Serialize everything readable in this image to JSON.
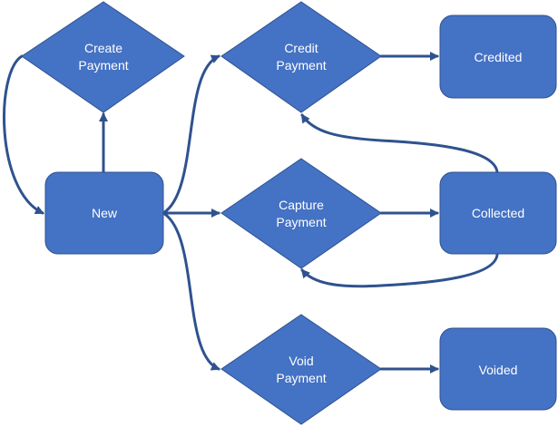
{
  "diagram": {
    "nodes": {
      "create_payment": {
        "line1": "Create",
        "line2": "Payment"
      },
      "credit_payment": {
        "line1": "Credit",
        "line2": "Payment"
      },
      "credited": {
        "label": "Credited"
      },
      "new": {
        "label": "New"
      },
      "capture_payment": {
        "line1": "Capture",
        "line2": "Payment"
      },
      "collected": {
        "label": "Collected"
      },
      "void_payment": {
        "line1": "Void",
        "line2": "Payment"
      },
      "voided": {
        "label": "Voided"
      }
    },
    "edges": [
      {
        "from": "Create Payment",
        "to": "New"
      },
      {
        "from": "New",
        "to": "Create Payment"
      },
      {
        "from": "New",
        "to": "Credit Payment"
      },
      {
        "from": "New",
        "to": "Capture Payment"
      },
      {
        "from": "New",
        "to": "Void Payment"
      },
      {
        "from": "Credit Payment",
        "to": "Credited"
      },
      {
        "from": "Capture Payment",
        "to": "Collected"
      },
      {
        "from": "Void Payment",
        "to": "Voided"
      },
      {
        "from": "Collected",
        "to": "Credit Payment"
      },
      {
        "from": "Collected",
        "to": "Capture Payment"
      }
    ],
    "colors": {
      "node_fill": "#4472c4",
      "node_stroke": "#2f528f",
      "edge": "#2f528f",
      "text": "#ffffff"
    }
  }
}
